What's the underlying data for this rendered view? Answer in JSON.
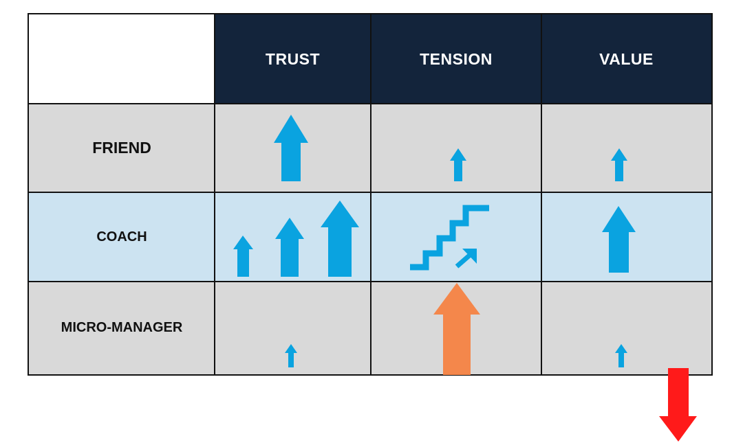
{
  "header": {
    "corner": "",
    "columns": [
      "TRUST",
      "TENSION",
      "VALUE"
    ]
  },
  "rows": [
    {
      "label": "FRIEND"
    },
    {
      "label": "COACH"
    },
    {
      "label": "MICRO-MANAGER"
    }
  ],
  "icons": {
    "friend_trust": "large-up-arrow-icon",
    "friend_tension": "small-up-arrow-icon",
    "friend_value": "small-up-arrow-icon",
    "coach_trust": "three-increasing-up-arrows-icon",
    "coach_tension": "stairs-with-arrow-icon",
    "coach_value": "large-up-arrow-icon",
    "micromanager_trust": "tiny-up-arrow-icon",
    "micromanager_tension": "large-orange-up-arrow-icon",
    "micromanager_value": "tiny-up-arrow-icon",
    "outside": "red-down-arrow-icon"
  },
  "colors": {
    "header_bg": "#13243b",
    "row_gray": "#d9d9d9",
    "row_blue": "#cce3f1",
    "arrow_blue": "#0aa3e0",
    "arrow_orange": "#f4874b",
    "arrow_red": "#ff1a1a"
  }
}
